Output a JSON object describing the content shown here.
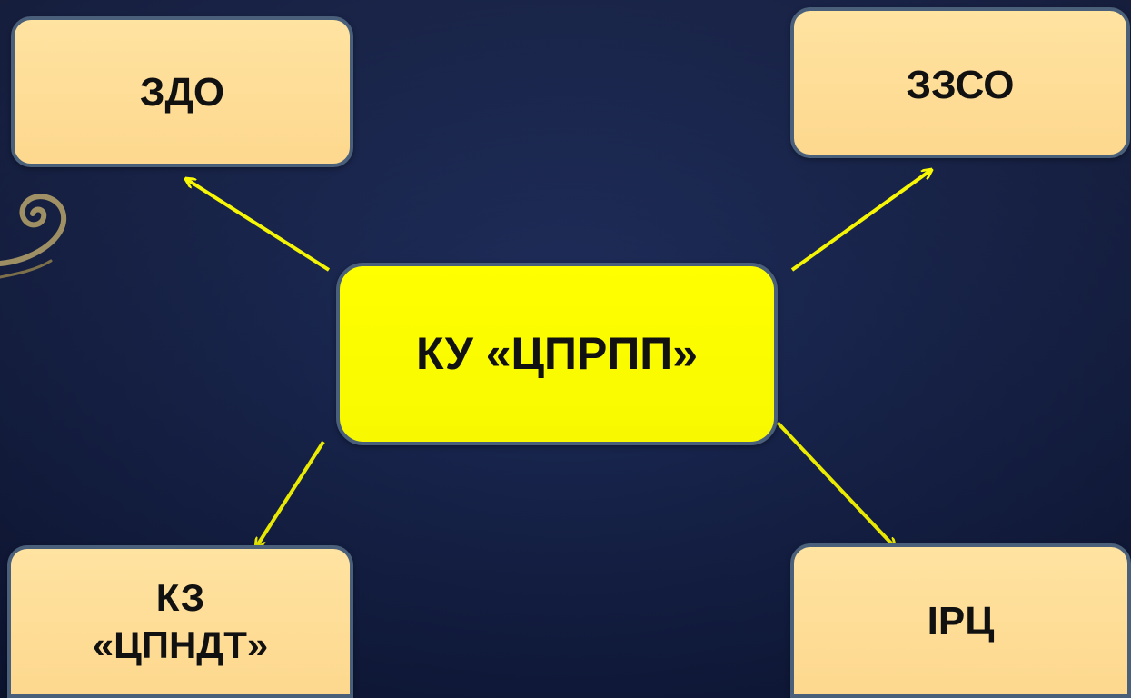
{
  "diagram": {
    "center": {
      "label": "КУ «ЦПРПП»"
    },
    "nodes": [
      {
        "label": "ЗДО"
      },
      {
        "label": "ЗЗСО"
      },
      {
        "label_line1": "КЗ",
        "label_line2": "«ЦПНДТ»"
      },
      {
        "label": "ІРЦ"
      }
    ]
  },
  "colors": {
    "background": "#142048",
    "center_fill": "#ffff00",
    "node_fill": "#fdd88e",
    "border": "#4a5f7a",
    "arrow": "#ffff00"
  }
}
